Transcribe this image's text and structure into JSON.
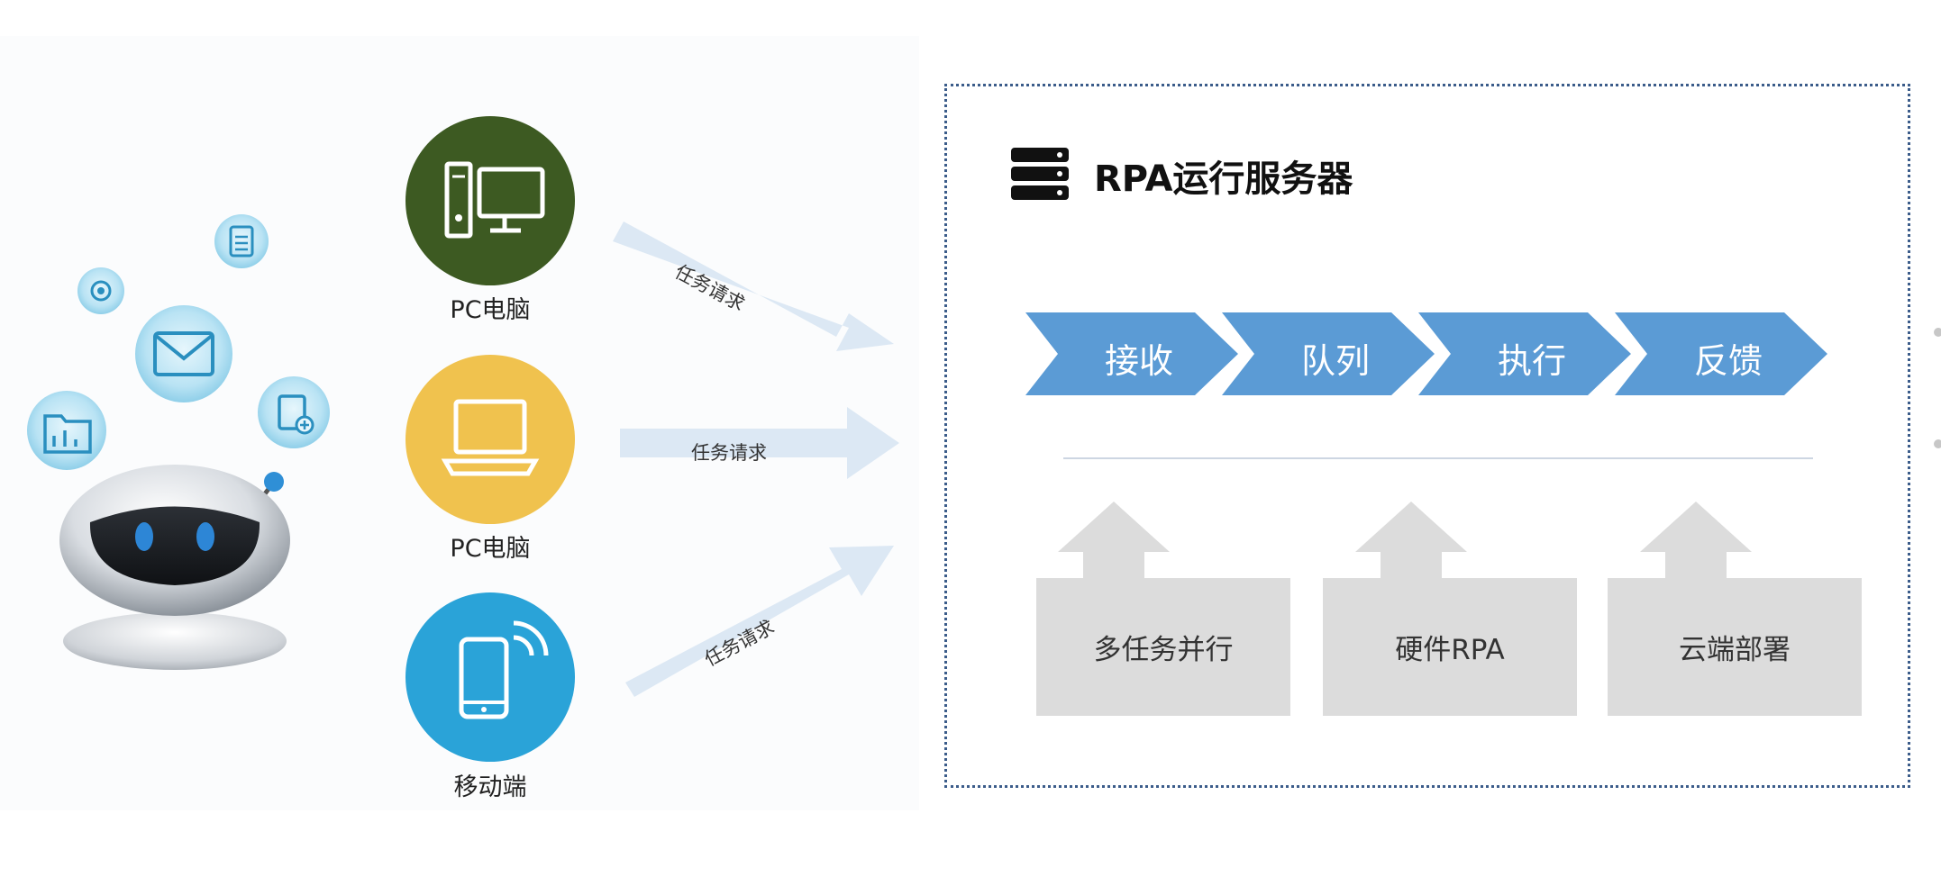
{
  "devices": [
    {
      "label": "PC电脑",
      "icon": "desktop-computer-icon",
      "color": "#3d5a22"
    },
    {
      "label": "PC电脑",
      "icon": "laptop-icon",
      "color": "#f0c24e"
    },
    {
      "label": "移动端",
      "icon": "mobile-phone-icon",
      "color": "#2aa3d8"
    }
  ],
  "arrows": [
    {
      "label": "任务请求"
    },
    {
      "label": "任务请求"
    },
    {
      "label": "任务请求"
    }
  ],
  "server": {
    "title": "RPA运行服务器",
    "steps": [
      "接收",
      "队列",
      "执行",
      "反馈"
    ],
    "step_color": "#5b9bd5",
    "features": [
      "多任务并行",
      "硬件RPA",
      "云端部署"
    ]
  },
  "colors": {
    "frame_border": "#3b5c8a",
    "arrow_fill": "#dce8f4",
    "feature_fill": "#dcdcdc"
  }
}
